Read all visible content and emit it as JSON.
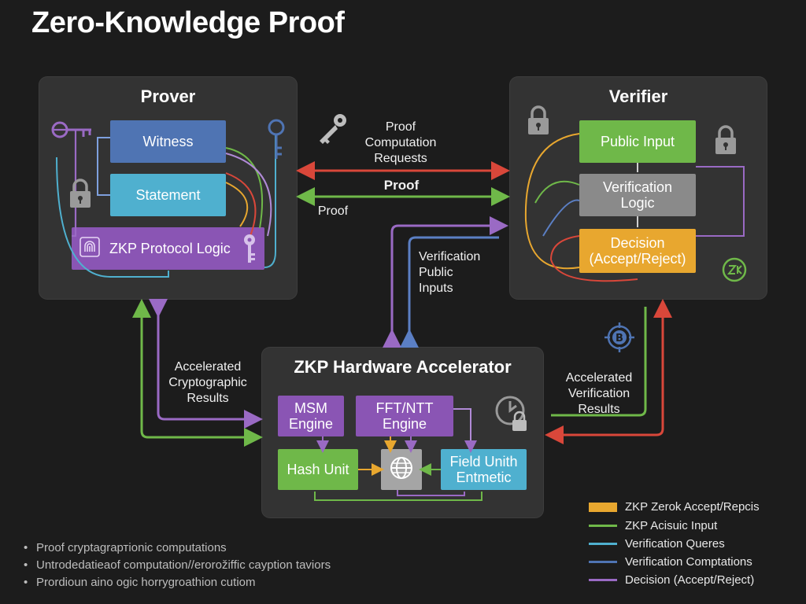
{
  "title": "Zero-Knowledge Proof",
  "prover": {
    "title": "Prover",
    "witness": "Witness",
    "statement": "Statement",
    "protocol": "ZKP Protocol Logic"
  },
  "verifier": {
    "title": "Verifier",
    "public_input": "Public Input",
    "verification_logic": [
      "Verification",
      "Logic"
    ],
    "decision": [
      "Decision",
      "(Accept/Reject)"
    ]
  },
  "accelerator": {
    "title": "ZKP Hardware Accelerator",
    "msm": [
      "MSM",
      "Engine"
    ],
    "fft": [
      "FFT/NTT",
      "Engine"
    ],
    "hash": "Hash Unit",
    "field": [
      "Field Unith",
      "Entmetic"
    ]
  },
  "arrows": {
    "proof_requests": [
      "Proof",
      "Computation",
      "Requests"
    ],
    "proof_bold": "Proof",
    "proof": "Proof",
    "verification_inputs": [
      "Verification",
      "Public",
      "Inputs"
    ],
    "accel_crypto": [
      "Accelerated",
      "Cryptographic",
      "Results"
    ],
    "accel_verif": [
      "Accelerated",
      "Verification",
      "Results"
    ]
  },
  "legend": [
    {
      "label": "ZKP Zerok Accept/Repcis",
      "color": "#e8a72f"
    },
    {
      "label": "ZKP Acisuic Input",
      "color": "#6fb849"
    },
    {
      "label": "Verification Queres",
      "color": "#4fb0cf"
    },
    {
      "label": "Verification Comptations",
      "color": "#4f74b3"
    },
    {
      "label": "Decision (Accept/Reject)",
      "color": "#9a6ac4"
    }
  ],
  "notes": [
    "Proof cryptagrартionic computations",
    "Untrodedatieaof computation//erorožiffic cayption taviors",
    "Prordioun aino ogic horrygroathion cutiom"
  ],
  "colors": {
    "red": "#d9473a",
    "green": "#6fb849",
    "purple": "#9a6ac4",
    "blue": "#5b7fc4"
  }
}
